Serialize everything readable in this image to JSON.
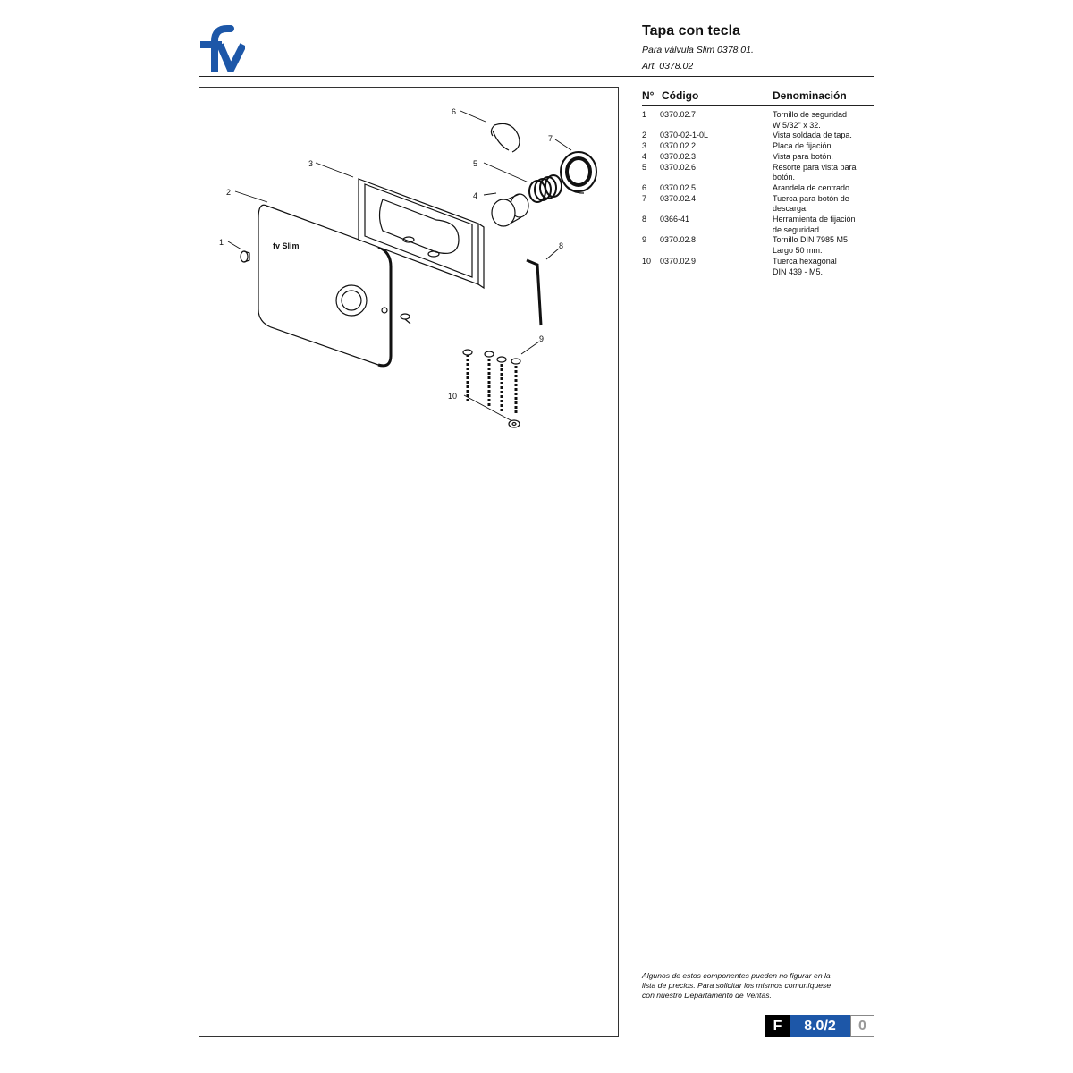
{
  "brand": {
    "logo_color": "#1d57a8"
  },
  "header": {
    "title": "Tapa con tecla",
    "subtitle": "Para válvula Slim 0378.01.",
    "article": "Art. 0378.02"
  },
  "drawing": {
    "cover_brand": "fv Slim",
    "callouts": [
      "1",
      "2",
      "3",
      "4",
      "5",
      "6",
      "7",
      "8",
      "9",
      "10"
    ]
  },
  "parts": {
    "columns": {
      "num": "N°",
      "code": "Código",
      "name": "Denominación"
    },
    "rows": [
      {
        "num": "1",
        "code": "0370.02.7",
        "name_lines": [
          "Tornillo de seguridad",
          "W 5/32\" x 32."
        ]
      },
      {
        "num": "2",
        "code": "0370-02-1-0L",
        "name_lines": [
          "Vista soldada de tapa."
        ]
      },
      {
        "num": "3",
        "code": "0370.02.2",
        "name_lines": [
          "Placa de fijación."
        ]
      },
      {
        "num": "4",
        "code": "0370.02.3",
        "name_lines": [
          "Vista para botón."
        ]
      },
      {
        "num": "5",
        "code": "0370.02.6",
        "name_lines": [
          "Resorte para vista para",
          "botón."
        ]
      },
      {
        "num": "6",
        "code": "0370.02.5",
        "name_lines": [
          "Arandela de centrado."
        ]
      },
      {
        "num": "7",
        "code": "0370.02.4",
        "name_lines": [
          "Tuerca para botón de",
          "descarga."
        ]
      },
      {
        "num": "8",
        "code": "0366-41",
        "name_lines": [
          "Herramienta de fijación",
          "de seguridad."
        ]
      },
      {
        "num": "9",
        "code": "0370.02.8",
        "name_lines": [
          "Tornillo DIN 7985 M5",
          "Largo 50 mm."
        ]
      },
      {
        "num": "10",
        "code": "0370.02.9",
        "name_lines": [
          "Tuerca hexagonal",
          "DIN 439 - M5."
        ]
      }
    ]
  },
  "note": {
    "lines": [
      "Algunos de estos componentes pueden no figurar en la",
      "lista de precios. Para solicitar los mismos comuníquese",
      "con nuestro Departamento de Ventas."
    ]
  },
  "page_code": {
    "letter": "F",
    "number": "8.0/2",
    "revision": "0",
    "accent": "#1d57a8"
  }
}
